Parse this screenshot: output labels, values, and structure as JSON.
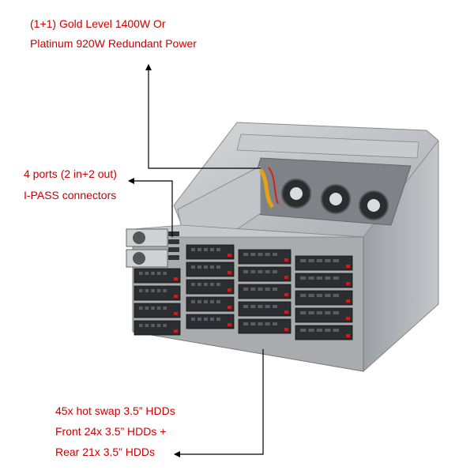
{
  "callouts": {
    "power": {
      "line1": "(1+1) Gold Level 1400W Or",
      "line2": "Platinum 920W Redundant Power"
    },
    "ports": {
      "line1": "4 ports (2 in+2 out)",
      "line2": "I-PASS connectors"
    },
    "drives": {
      "line1": "45x hot swap 3.5” HDDs",
      "line2": "Front 24x 3.5” HDDs +",
      "line3": "Rear 21x 3.5” HDDs"
    }
  },
  "colors": {
    "label_text": "#cc0000",
    "leader_line": "#000000",
    "chassis_metal": "#b9bcbf",
    "drive_tray": "#2b2d30",
    "drive_latch": "#d11a1a"
  }
}
